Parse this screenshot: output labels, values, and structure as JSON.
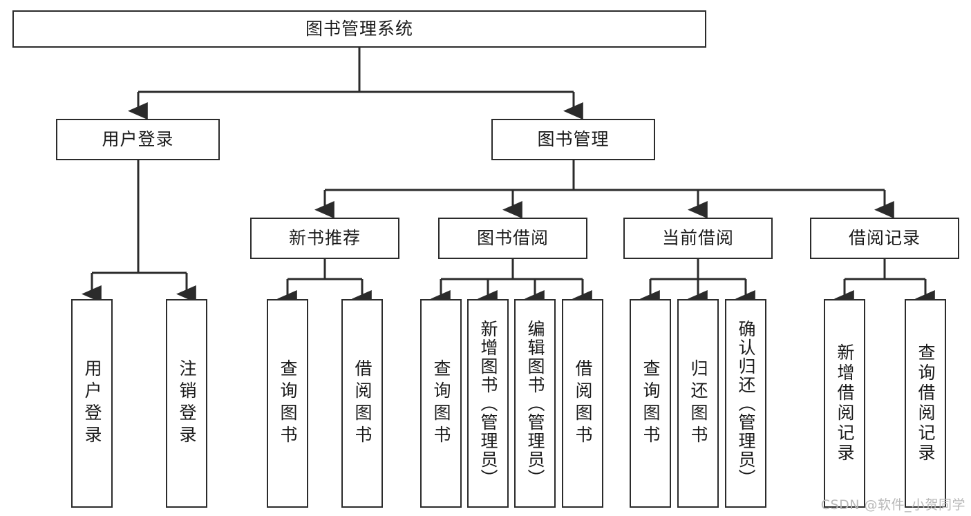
{
  "diagram": {
    "title": "图书管理系统",
    "type": "tree",
    "watermark": "CSDN @软件_小贺同学",
    "colors": {
      "stroke": "#2b2b2b",
      "fill": "#ffffff",
      "text": "#1a1a1a",
      "watermark": "#b8b8b8"
    },
    "levels": {
      "root": {
        "label": "图书管理系统"
      },
      "level2": [
        {
          "label": "用户登录"
        },
        {
          "label": "图书管理"
        }
      ],
      "level3": [
        {
          "label": "新书推荐"
        },
        {
          "label": "图书借阅"
        },
        {
          "label": "当前借阅"
        },
        {
          "label": "借阅记录"
        }
      ],
      "leaves": {
        "user_login": [
          {
            "label": "用户登录"
          },
          {
            "label": "注销登录"
          }
        ],
        "new_book_recommend": [
          {
            "label": "查询图书"
          },
          {
            "label": "借阅图书"
          }
        ],
        "book_borrow": [
          {
            "label": "查询图书"
          },
          {
            "label": "新增图书（管理员）"
          },
          {
            "label": "编辑图书（管理员）"
          },
          {
            "label": "借阅图书"
          }
        ],
        "current_borrow": [
          {
            "label": "查询图书"
          },
          {
            "label": "归还图书"
          },
          {
            "label": "确认归还（管理员）"
          }
        ],
        "borrow_record": [
          {
            "label": "新增借阅记录"
          },
          {
            "label": "查询借阅记录"
          }
        ]
      }
    }
  }
}
